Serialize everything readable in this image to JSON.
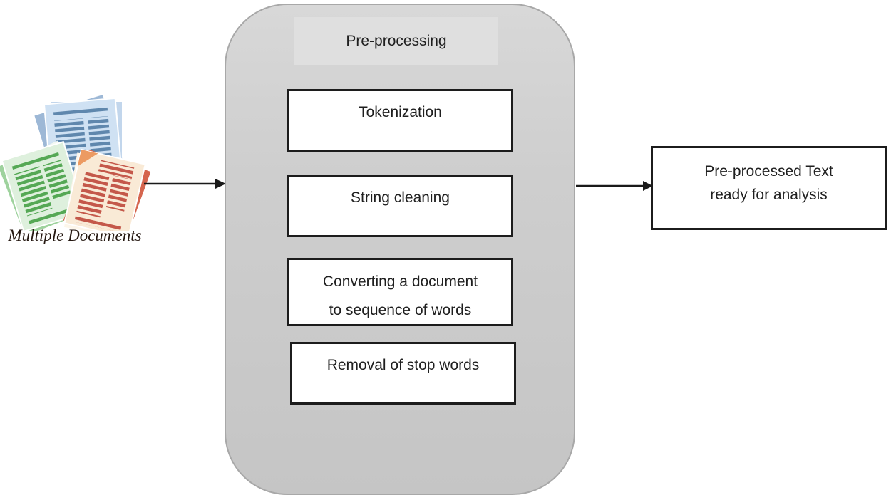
{
  "diagram": {
    "source": {
      "icon": "multiple-documents-icon",
      "label": "Multiple Documents"
    },
    "preprocessing": {
      "title": "Pre-processing",
      "steps": [
        {
          "label": "Tokenization"
        },
        {
          "label": "String cleaning"
        },
        {
          "line1": "Converting a document",
          "line2": "to sequence of words"
        },
        {
          "label": "Removal of stop words"
        }
      ]
    },
    "output": {
      "line1": "Pre-processed Text",
      "line2": "ready for analysis"
    },
    "colors": {
      "container_fill": "#cbcbcb",
      "container_border": "#a8a8a8",
      "title_band_fill": "#dfdfdf",
      "box_border": "#1c1c1c",
      "arrow": "#1a1a1a",
      "doc_blue_page": "#cfe1f3",
      "doc_blue_lines": "#5f87ad",
      "doc_green_page": "#def0dd",
      "doc_green_lines": "#55a855",
      "doc_red_page": "#f9ead6",
      "doc_red_lines": "#c4584a",
      "doc_red_fold": "#ec9a62"
    }
  }
}
